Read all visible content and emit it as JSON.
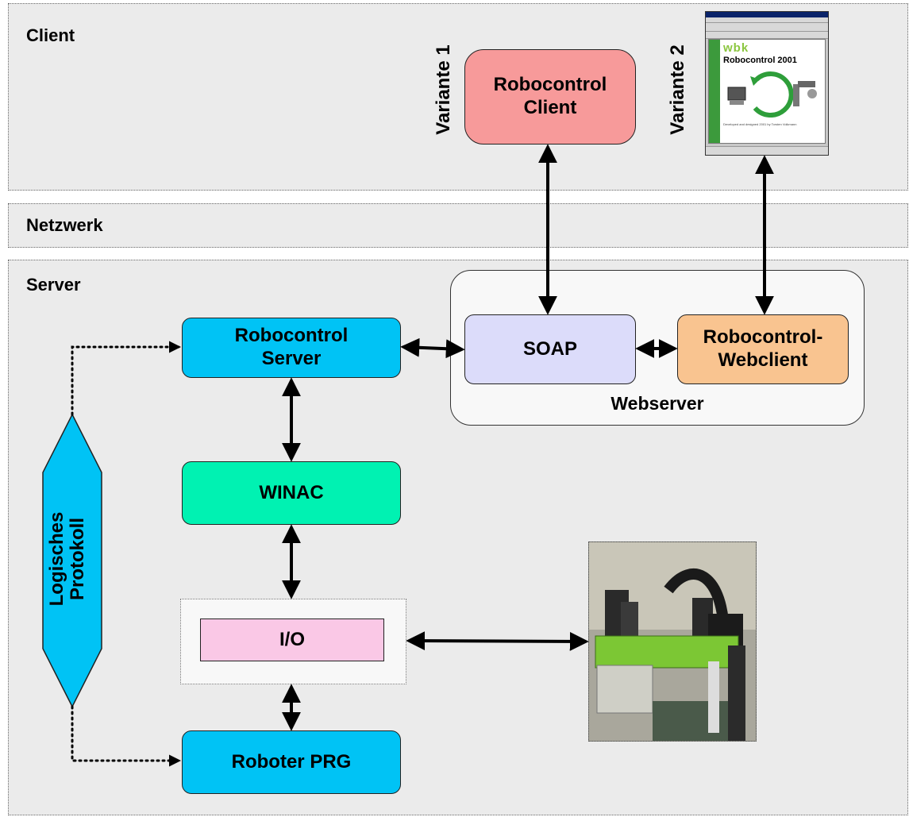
{
  "layers": {
    "client": "Client",
    "netzwerk": "Netzwerk",
    "server": "Server"
  },
  "variants": {
    "v1": "Variante 1",
    "v2": "Variante 2"
  },
  "boxes": {
    "robocontrol_client": "Robocontrol\nClient",
    "robocontrol_server": "Robocontrol\nServer",
    "soap": "SOAP",
    "robocontrol_webclient": "Robocontrol-\nWebclient",
    "webserver": "Webserver",
    "winac": "WINAC",
    "io": "I/O",
    "roboter_prg": "Roboter PRG"
  },
  "protocol_label": "Logisches\nProtokoll",
  "browser": {
    "logo": "wbk",
    "title": "Robocontrol 2001",
    "footer": "Developed and designed 2001 by Torsten Volkmann"
  },
  "colors": {
    "robocontrol_client": "#f79a9a",
    "server_blue": "#00c3f5",
    "soap": "#dcdcfa",
    "webclient": "#f9c490",
    "winac": "#00f2b2",
    "io": "#fac8e6"
  }
}
